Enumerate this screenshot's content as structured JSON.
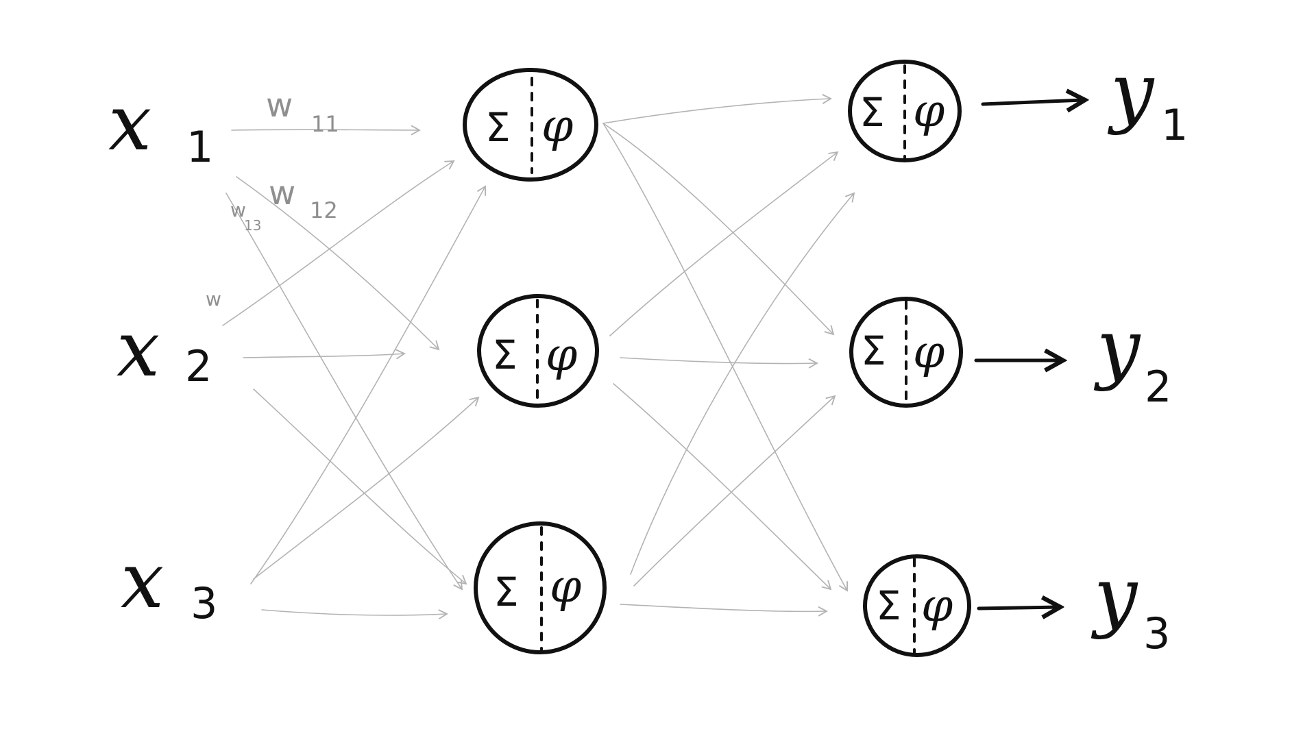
{
  "inputs": [
    {
      "symbol": "x",
      "subscript": "1"
    },
    {
      "symbol": "x",
      "subscript": "2"
    },
    {
      "symbol": "x",
      "subscript": "3"
    }
  ],
  "outputs": [
    {
      "symbol": "y",
      "subscript": "1"
    },
    {
      "symbol": "y",
      "subscript": "2"
    },
    {
      "symbol": "y",
      "subscript": "3"
    }
  ],
  "neuron": {
    "sum_symbol": "Σ",
    "activation_symbol": "φ"
  },
  "weights": [
    {
      "symbol": "w",
      "subscript": "11"
    },
    {
      "symbol": "w",
      "subscript": "12"
    },
    {
      "symbol": "w",
      "subscript": "13"
    },
    {
      "symbol": "w",
      "subscript": ""
    }
  ],
  "colors": {
    "ink": "#111111",
    "connection": "#b3b3b3",
    "weight_label": "#8f8f8f",
    "background": "#ffffff"
  }
}
